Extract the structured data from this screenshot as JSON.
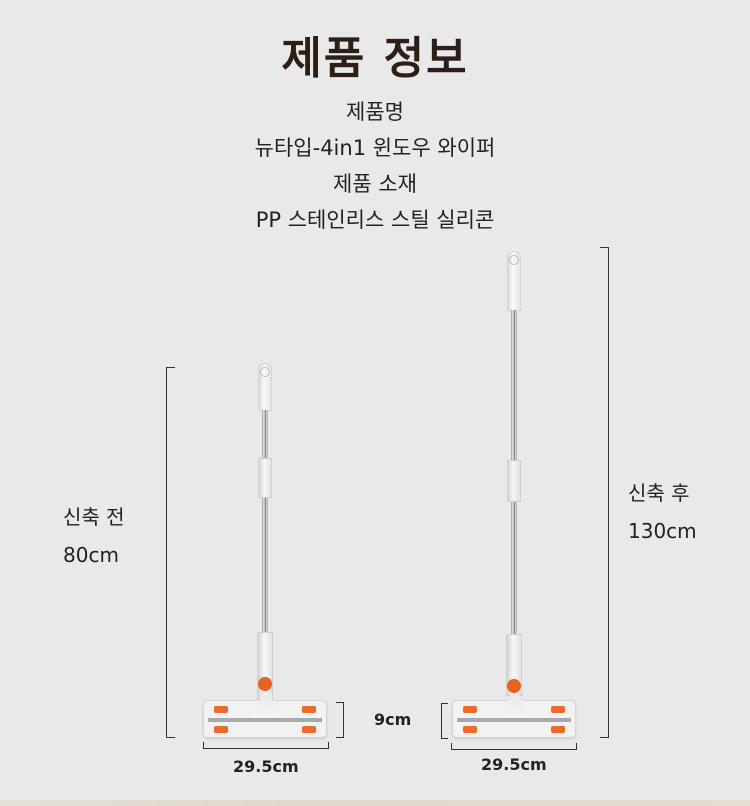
{
  "header": {
    "title": "제품 정보"
  },
  "product_info": {
    "name_label": "제품명",
    "name_value": "뉴타입-4in1 윈도우 와이퍼",
    "material_label": "제품 소재",
    "material_value": "PP 스테인리스 스틸 실리콘"
  },
  "colors": {
    "background": "#e9e9e9",
    "title": "#2b1f17",
    "accent_orange": "#e8621f"
  },
  "products": [
    {
      "state_label": "신축 전",
      "length": "80cm",
      "width": "29.5cm",
      "height": "9cm"
    },
    {
      "state_label": "신축 후",
      "length": "130cm",
      "width": "29.5cm"
    }
  ]
}
